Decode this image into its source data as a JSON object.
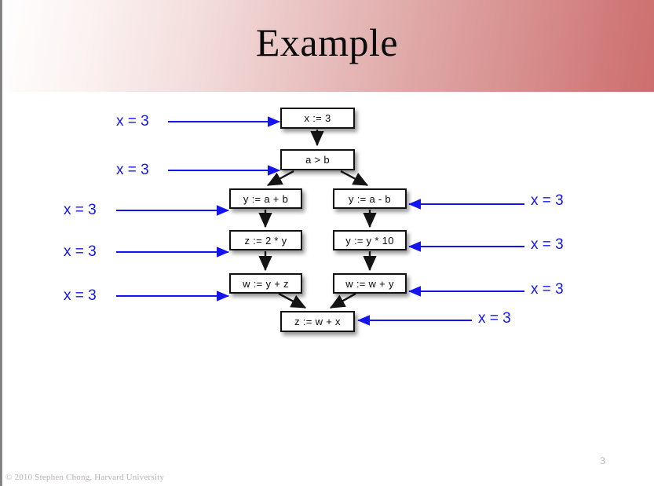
{
  "slide": {
    "title": "Example",
    "number": "3",
    "copyright": "© 2010 Stephen Chong, Harvard University",
    "accent_blue": "#1414f0",
    "header_gradient_from": "#ffffff",
    "header_gradient_to": "#cd6e6e"
  },
  "diagram": {
    "type": "control-flow-graph",
    "nodes": [
      {
        "id": "x3",
        "label": "x := 3"
      },
      {
        "id": "ab",
        "label": "a > b"
      },
      {
        "id": "yapb",
        "label": "y := a + b"
      },
      {
        "id": "yamb",
        "label": "y := a - b"
      },
      {
        "id": "z2y",
        "label": "z := 2 * y"
      },
      {
        "id": "yy10",
        "label": "y := y * 10"
      },
      {
        "id": "wyz",
        "label": "w := y + z"
      },
      {
        "id": "wwy",
        "label": "w := w + y"
      },
      {
        "id": "zwx",
        "label": "z := w + x"
      }
    ],
    "edges": [
      {
        "from": "x3",
        "to": "ab"
      },
      {
        "from": "ab",
        "to": "yapb"
      },
      {
        "from": "ab",
        "to": "yamb"
      },
      {
        "from": "yapb",
        "to": "z2y"
      },
      {
        "from": "yamb",
        "to": "yy10"
      },
      {
        "from": "z2y",
        "to": "wyz"
      },
      {
        "from": "yy10",
        "to": "wwy"
      },
      {
        "from": "wyz",
        "to": "zwx"
      },
      {
        "from": "wwy",
        "to": "zwx"
      }
    ]
  },
  "annotations": {
    "left": [
      {
        "id": "ann-l1",
        "text": "x = 3",
        "target": "x3"
      },
      {
        "id": "ann-l2",
        "text": "x = 3",
        "target": "ab"
      },
      {
        "id": "ann-l3",
        "text": "x = 3",
        "target": "yapb"
      },
      {
        "id": "ann-l4",
        "text": "x = 3",
        "target": "z2y"
      },
      {
        "id": "ann-l5",
        "text": "x = 3",
        "target": "wyz"
      }
    ],
    "right": [
      {
        "id": "ann-r1",
        "text": "x = 3",
        "target": "yamb"
      },
      {
        "id": "ann-r2",
        "text": "x = 3",
        "target": "yy10"
      },
      {
        "id": "ann-r3",
        "text": "x = 3",
        "target": "wwy"
      },
      {
        "id": "ann-r4",
        "text": "x = 3",
        "target": "zwx"
      }
    ]
  }
}
